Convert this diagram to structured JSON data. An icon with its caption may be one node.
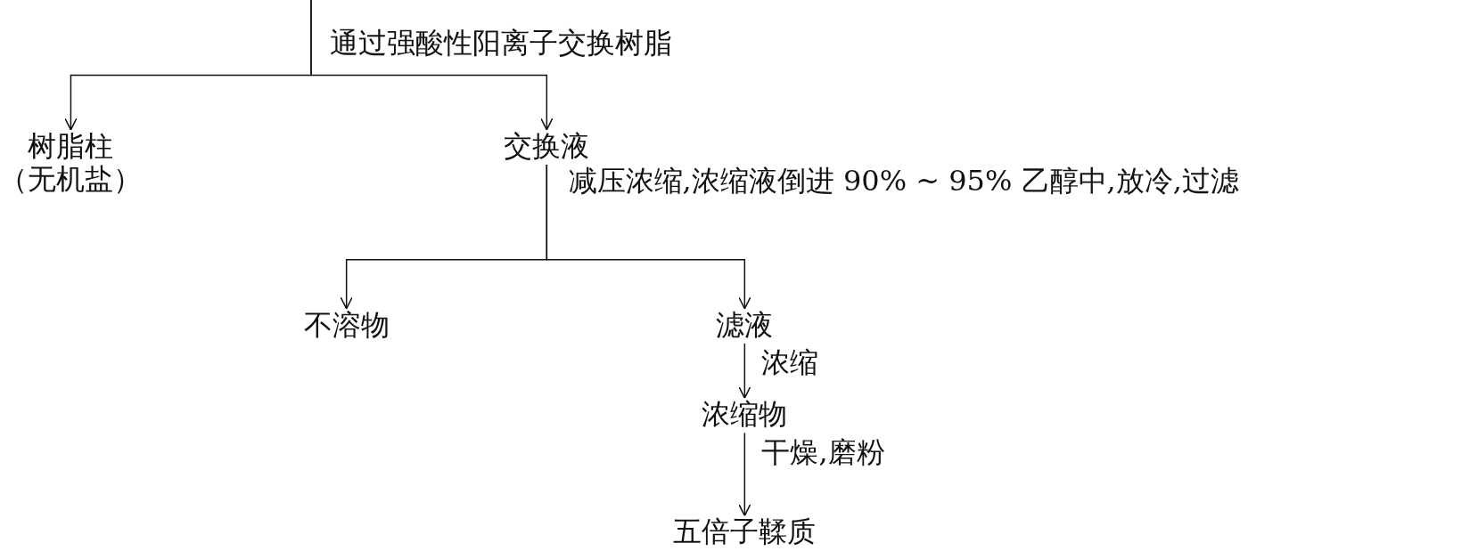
{
  "diagram": {
    "nodes": [
      {
        "text": [
          "树脂柱",
          "（无机盐）"
        ]
      },
      {
        "text": [
          "交换液"
        ]
      },
      {
        "text": [
          "不溶物"
        ]
      },
      {
        "text": [
          "滤液"
        ]
      },
      {
        "text": [
          "浓缩物"
        ]
      },
      {
        "text": [
          "五倍子鞣质"
        ]
      }
    ],
    "edges": [
      {
        "from": null,
        "to": 0,
        "arrow": "to",
        "label": "通过强酸性阳离子交换树脂"
      },
      {
        "from": null,
        "to": 1,
        "arrow": "to"
      },
      {
        "from": 1,
        "to": 2,
        "arrow": "to",
        "label": "减压浓缩,浓缩液倒进 90% ~ 95% 乙醇中,放冷,过滤"
      },
      {
        "from": 1,
        "to": 3,
        "arrow": "to"
      },
      {
        "from": 3,
        "to": 4,
        "arrow": "to",
        "label": "浓缩"
      },
      {
        "from": 4,
        "to": 5,
        "arrow": "to",
        "label": "干燥,磨粉"
      }
    ]
  }
}
